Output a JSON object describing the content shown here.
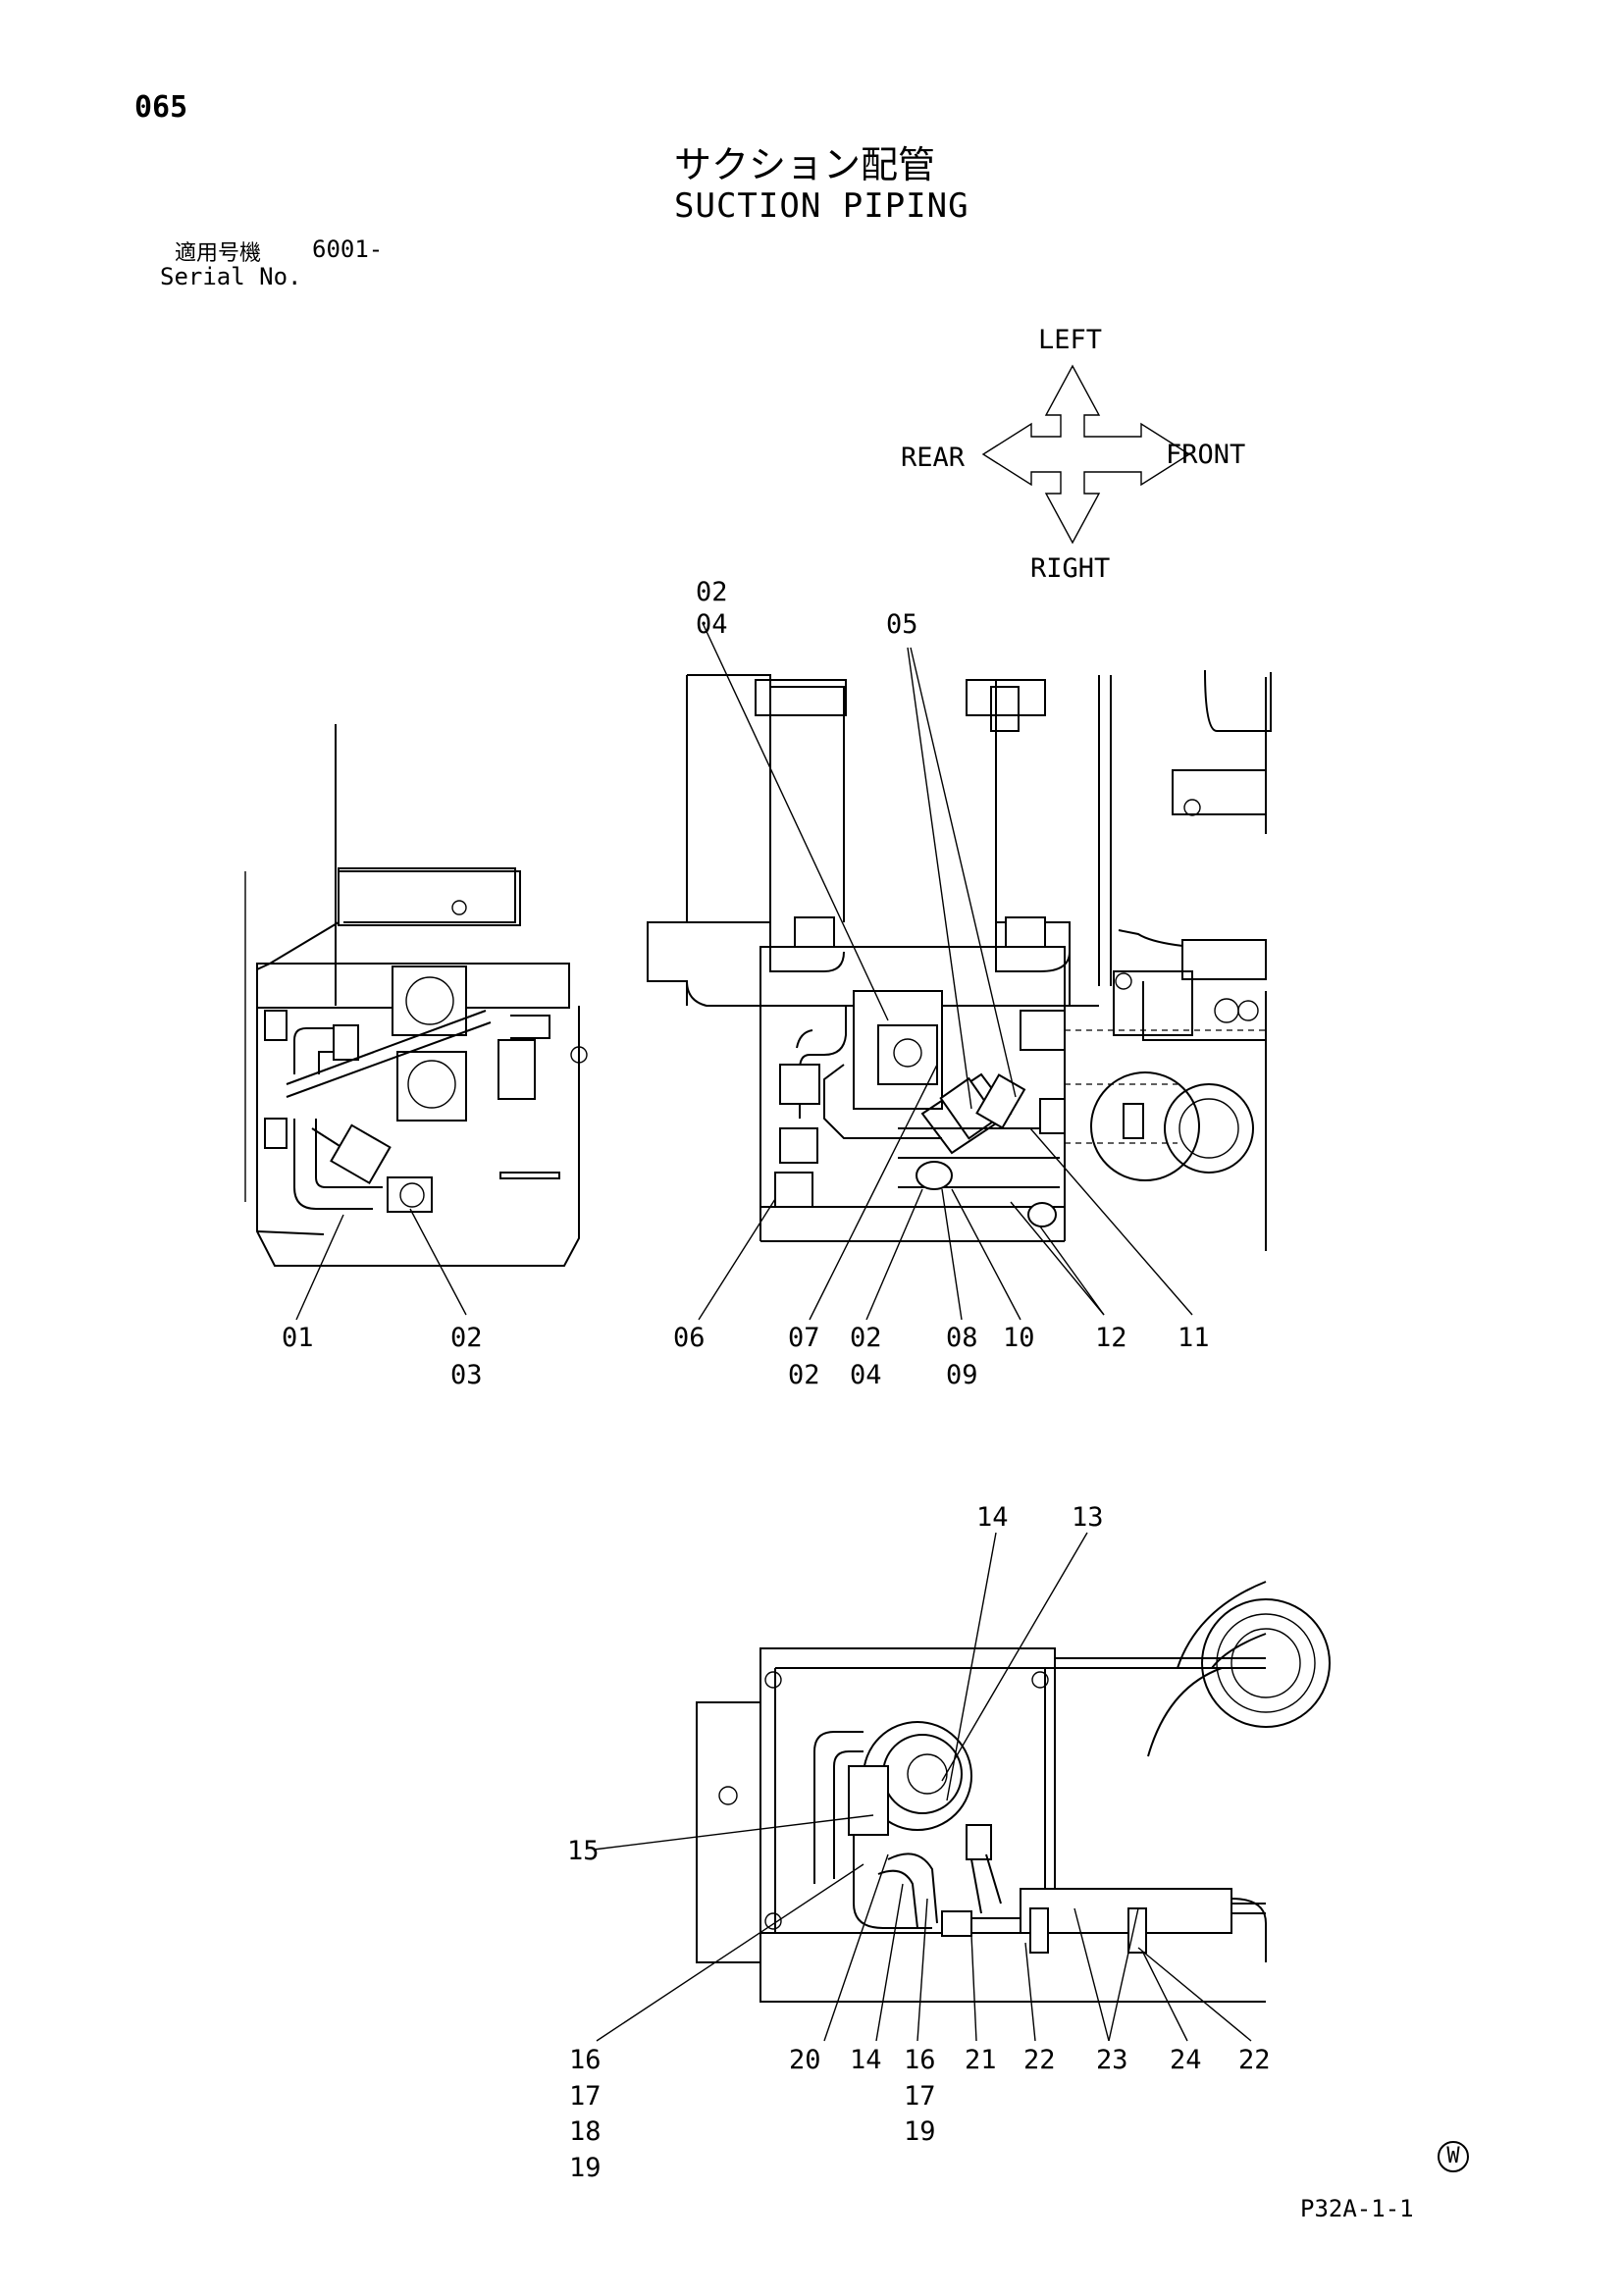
{
  "header": {
    "page_number": "065",
    "title_jp": "サクション配管",
    "title_en": "SUCTION PIPING",
    "serial_label_jp": "適用号機",
    "serial_value": "6001-",
    "serial_label_en": "Serial No."
  },
  "orientation": {
    "left": "LEFT",
    "right": "RIGHT",
    "front": "FRONT",
    "rear": "REAR"
  },
  "callouts": {
    "view1": [
      "01",
      "02",
      "03"
    ],
    "view2_top": [
      "02",
      "04",
      "05"
    ],
    "view2_bottom": [
      "06",
      "07",
      "02",
      "02",
      "04",
      "08",
      "09",
      "10",
      "12",
      "11"
    ],
    "view3_top": [
      "14",
      "13"
    ],
    "view3_side": [
      "15"
    ],
    "view3_bottom": [
      "16",
      "17",
      "18",
      "19",
      "20",
      "14",
      "16",
      "17",
      "19",
      "21",
      "22",
      "23",
      "24",
      "22"
    ]
  },
  "footer": {
    "mark": "W",
    "drawing_code": "P32A-1-1"
  }
}
